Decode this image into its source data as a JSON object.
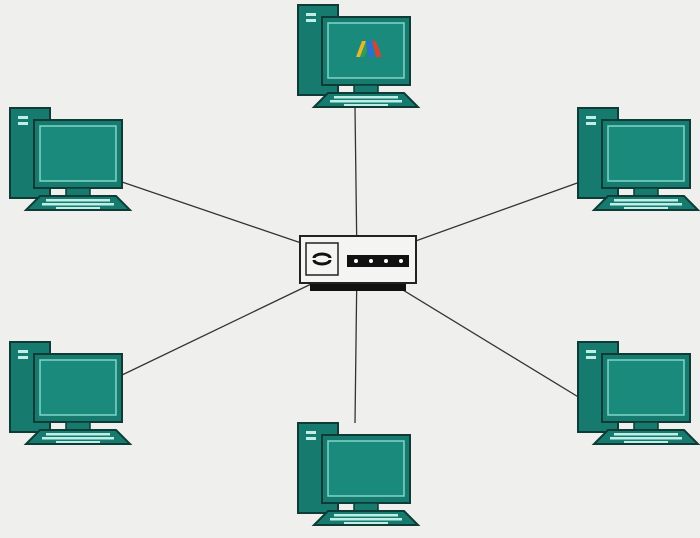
{
  "diagram": {
    "type": "star-topology",
    "colors": {
      "background": "#efefed",
      "computer_body": "#177a6e",
      "computer_outline": "#0e3b35",
      "screen_highlight": "#7fd6c8",
      "hub_body": "#f4f4f2",
      "hub_outline": "#222222",
      "link": "#333333",
      "logo": [
        "#e8b62c",
        "#2f9e4f",
        "#2a6fd1",
        "#d0453a"
      ]
    },
    "hub": {
      "icon": "network-switch-icon",
      "port_count": 4
    },
    "nodes": [
      {
        "id": "top",
        "icon": "desktop-computer-icon",
        "has_logo": true
      },
      {
        "id": "upper-left",
        "icon": "desktop-computer-icon"
      },
      {
        "id": "upper-right",
        "icon": "desktop-computer-icon"
      },
      {
        "id": "lower-left",
        "icon": "desktop-computer-icon"
      },
      {
        "id": "bottom",
        "icon": "desktop-computer-icon"
      },
      {
        "id": "lower-right",
        "icon": "desktop-computer-icon"
      }
    ]
  }
}
